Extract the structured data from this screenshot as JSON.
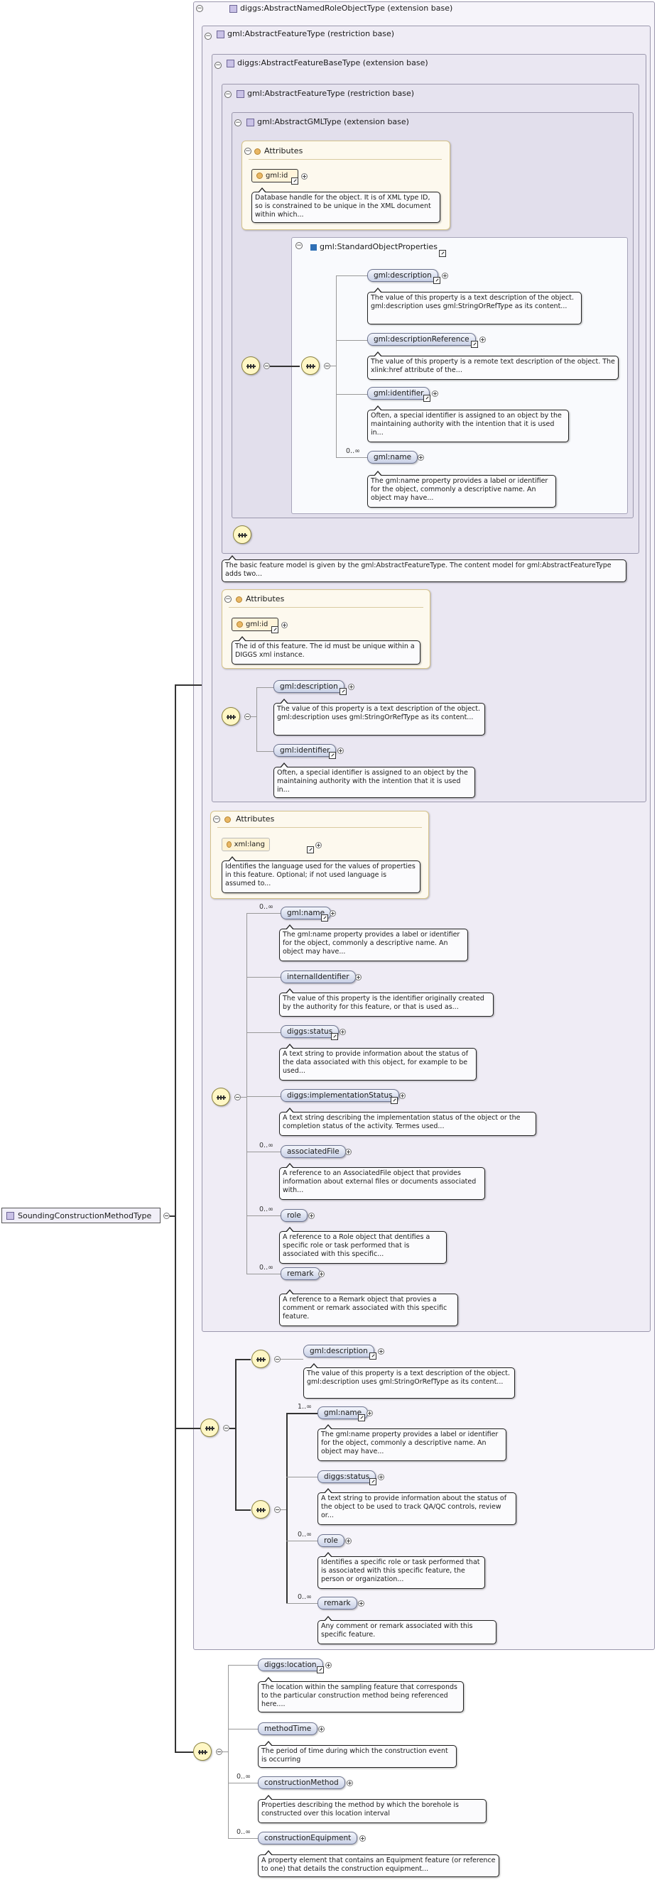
{
  "root": {
    "label": "SoundingConstructionMethodType"
  },
  "frames": {
    "named_role": "diggs:AbstractNamedRoleObjectType (extension base)",
    "abstract_feature": "gml:AbstractFeatureType (restriction base)",
    "feature_base": "diggs:AbstractFeatureBaseType (extension base)",
    "gml_feature": "gml:AbstractFeatureType (restriction base)",
    "gml_gml": "gml:AbstractGMLType (extension base)",
    "standard_props": "gml:StandardObjectProperties"
  },
  "attributes_label": "Attributes",
  "gml_attr": {
    "name": "gml:id",
    "desc": "Database handle for the object. It is of XML type ID, so is constrained to be unique in the XML document within which..."
  },
  "std_props": [
    {
      "name": "gml:description",
      "card": "",
      "desc": "The value of this property is a text description of the object. gml:description uses gml:StringOrRefType as its content..."
    },
    {
      "name": "gml:descriptionReference",
      "card": "",
      "desc": "The value of this property is a remote text description of the object. The xlink:href attribute of the..."
    },
    {
      "name": "gml:identifier",
      "card": "",
      "desc": "Often, a special identifier is assigned to an object by the maintaining authority with the intention that it is used in..."
    },
    {
      "name": "gml:name",
      "card": "0..∞",
      "desc": "The gml:name property provides a label or identifier for the object, commonly a descriptive name. An object may have..."
    }
  ],
  "feature_model_desc": "The basic feature model is given by the gml:AbstractFeatureType. The content model for gml:AbstractFeatureType adds two...",
  "fb_attr": {
    "name": "gml:id",
    "desc": "The id of this feature. The id must be unique within a DIGGS xml instance."
  },
  "fb_elements": [
    {
      "name": "gml:description",
      "desc": "The value of this property is a text description of the object. gml:description uses gml:StringOrRefType as its content..."
    },
    {
      "name": "gml:identifier",
      "desc": "Often, a special identifier is assigned to an object by the maintaining authority with the intention that it is used in..."
    }
  ],
  "nr_attr": {
    "name": "xml:lang",
    "desc": "Identifies the language used for the values of properties in this feature. Optional; if not used language is assumed to..."
  },
  "nr_elements": [
    {
      "name": "gml:name",
      "card": "0..∞",
      "desc": "The gml:name property provides a label or identifier for the object, commonly a descriptive name. An object may have..."
    },
    {
      "name": "internalIdentifier",
      "card": "",
      "desc": "The value of this property is the identifier originally created by the authority for this feature, or that is used as..."
    },
    {
      "name": "diggs:status",
      "card": "",
      "desc": "A text string to provide information about the status of the data associated with this object, for example to be used..."
    },
    {
      "name": "diggs:implementationStatus",
      "card": "",
      "desc": "A text string describing the implementation status of the object or the completion status of the activity. Termes used..."
    },
    {
      "name": "associatedFile",
      "card": "0..∞",
      "desc": "A reference to an AssociatedFile object that provides information about external files or documents associated with..."
    },
    {
      "name": "role",
      "card": "0..∞",
      "desc": "A reference to a Role object that dentifies a specific role or task performed that is associated with this specific..."
    },
    {
      "name": "remark",
      "card": "0..∞",
      "desc": "A reference to a Remark object that provies a comment or remark associated with this specific feature."
    }
  ],
  "restriction": {
    "description": {
      "name": "gml:description",
      "desc": "The value of this property is a text description of the object. gml:description uses gml:StringOrRefType as its content..."
    },
    "elements": [
      {
        "name": "gml:name",
        "card": "1..∞",
        "desc": "The gml:name property provides a label or identifier for the object, commonly a descriptive name. An object may have..."
      },
      {
        "name": "diggs:status",
        "card": "",
        "desc": "A text string to provide information about the status of the object to be used to track QA/QC controls, review or..."
      },
      {
        "name": "role",
        "card": "0..∞",
        "desc": "Identifies a specific role or task performed that is associated with this specific feature, the person or organization..."
      },
      {
        "name": "remark",
        "card": "0..∞",
        "desc": "Any comment or remark associated with this specific feature."
      }
    ]
  },
  "own": [
    {
      "name": "diggs:location",
      "card": "",
      "desc": "The location within the sampling feature that corresponds to the particular construction method being referenced here...."
    },
    {
      "name": "methodTime",
      "card": "",
      "desc": "The period of time during which the construction event is occurring"
    },
    {
      "name": "constructionMethod",
      "card": "0..∞",
      "desc": "Properties describing the method by which the borehole is constructed over this location interval"
    },
    {
      "name": "constructionEquipment",
      "card": "0..∞",
      "desc": "A property element that contains an Equipment feature (or reference to one) that details the construction equipment..."
    }
  ]
}
